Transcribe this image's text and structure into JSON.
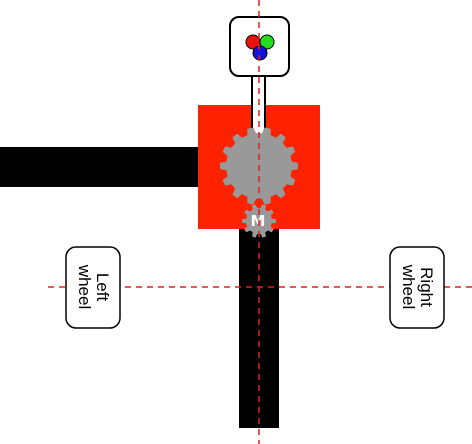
{
  "diagram": {
    "labels": {
      "left_wheel_line1": "Left",
      "left_wheel_line2": "wheel",
      "right_wheel_line1": "Right",
      "right_wheel_line2": "wheel",
      "motor": "M"
    },
    "colors": {
      "shaft": "#000000",
      "body": "#ff2200",
      "gear": "#999999",
      "axis_line": "#e02020",
      "led_red": "#ee1111",
      "led_green": "#22dd22",
      "led_blue": "#1111dd"
    },
    "icons": {
      "large_gear": "gear-icon",
      "motor_gear": "gear-icon",
      "rgb_sensor": "rgb-led-icon"
    }
  }
}
